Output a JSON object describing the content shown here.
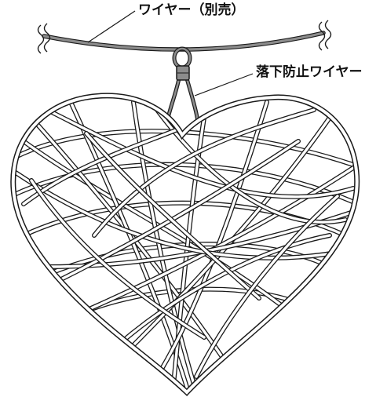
{
  "labels": {
    "support_wire": "ワイヤー（別売）",
    "safety_wire": "落下防止ワイヤー"
  },
  "colors": {
    "wire": "#8c8c8c",
    "outline": "#1a1a1a",
    "rattan_fill": "#ffffff",
    "background": "#ffffff"
  },
  "icons": {
    "wire_break_marks": "squiggle",
    "hanging_object": "rattan-heart"
  }
}
